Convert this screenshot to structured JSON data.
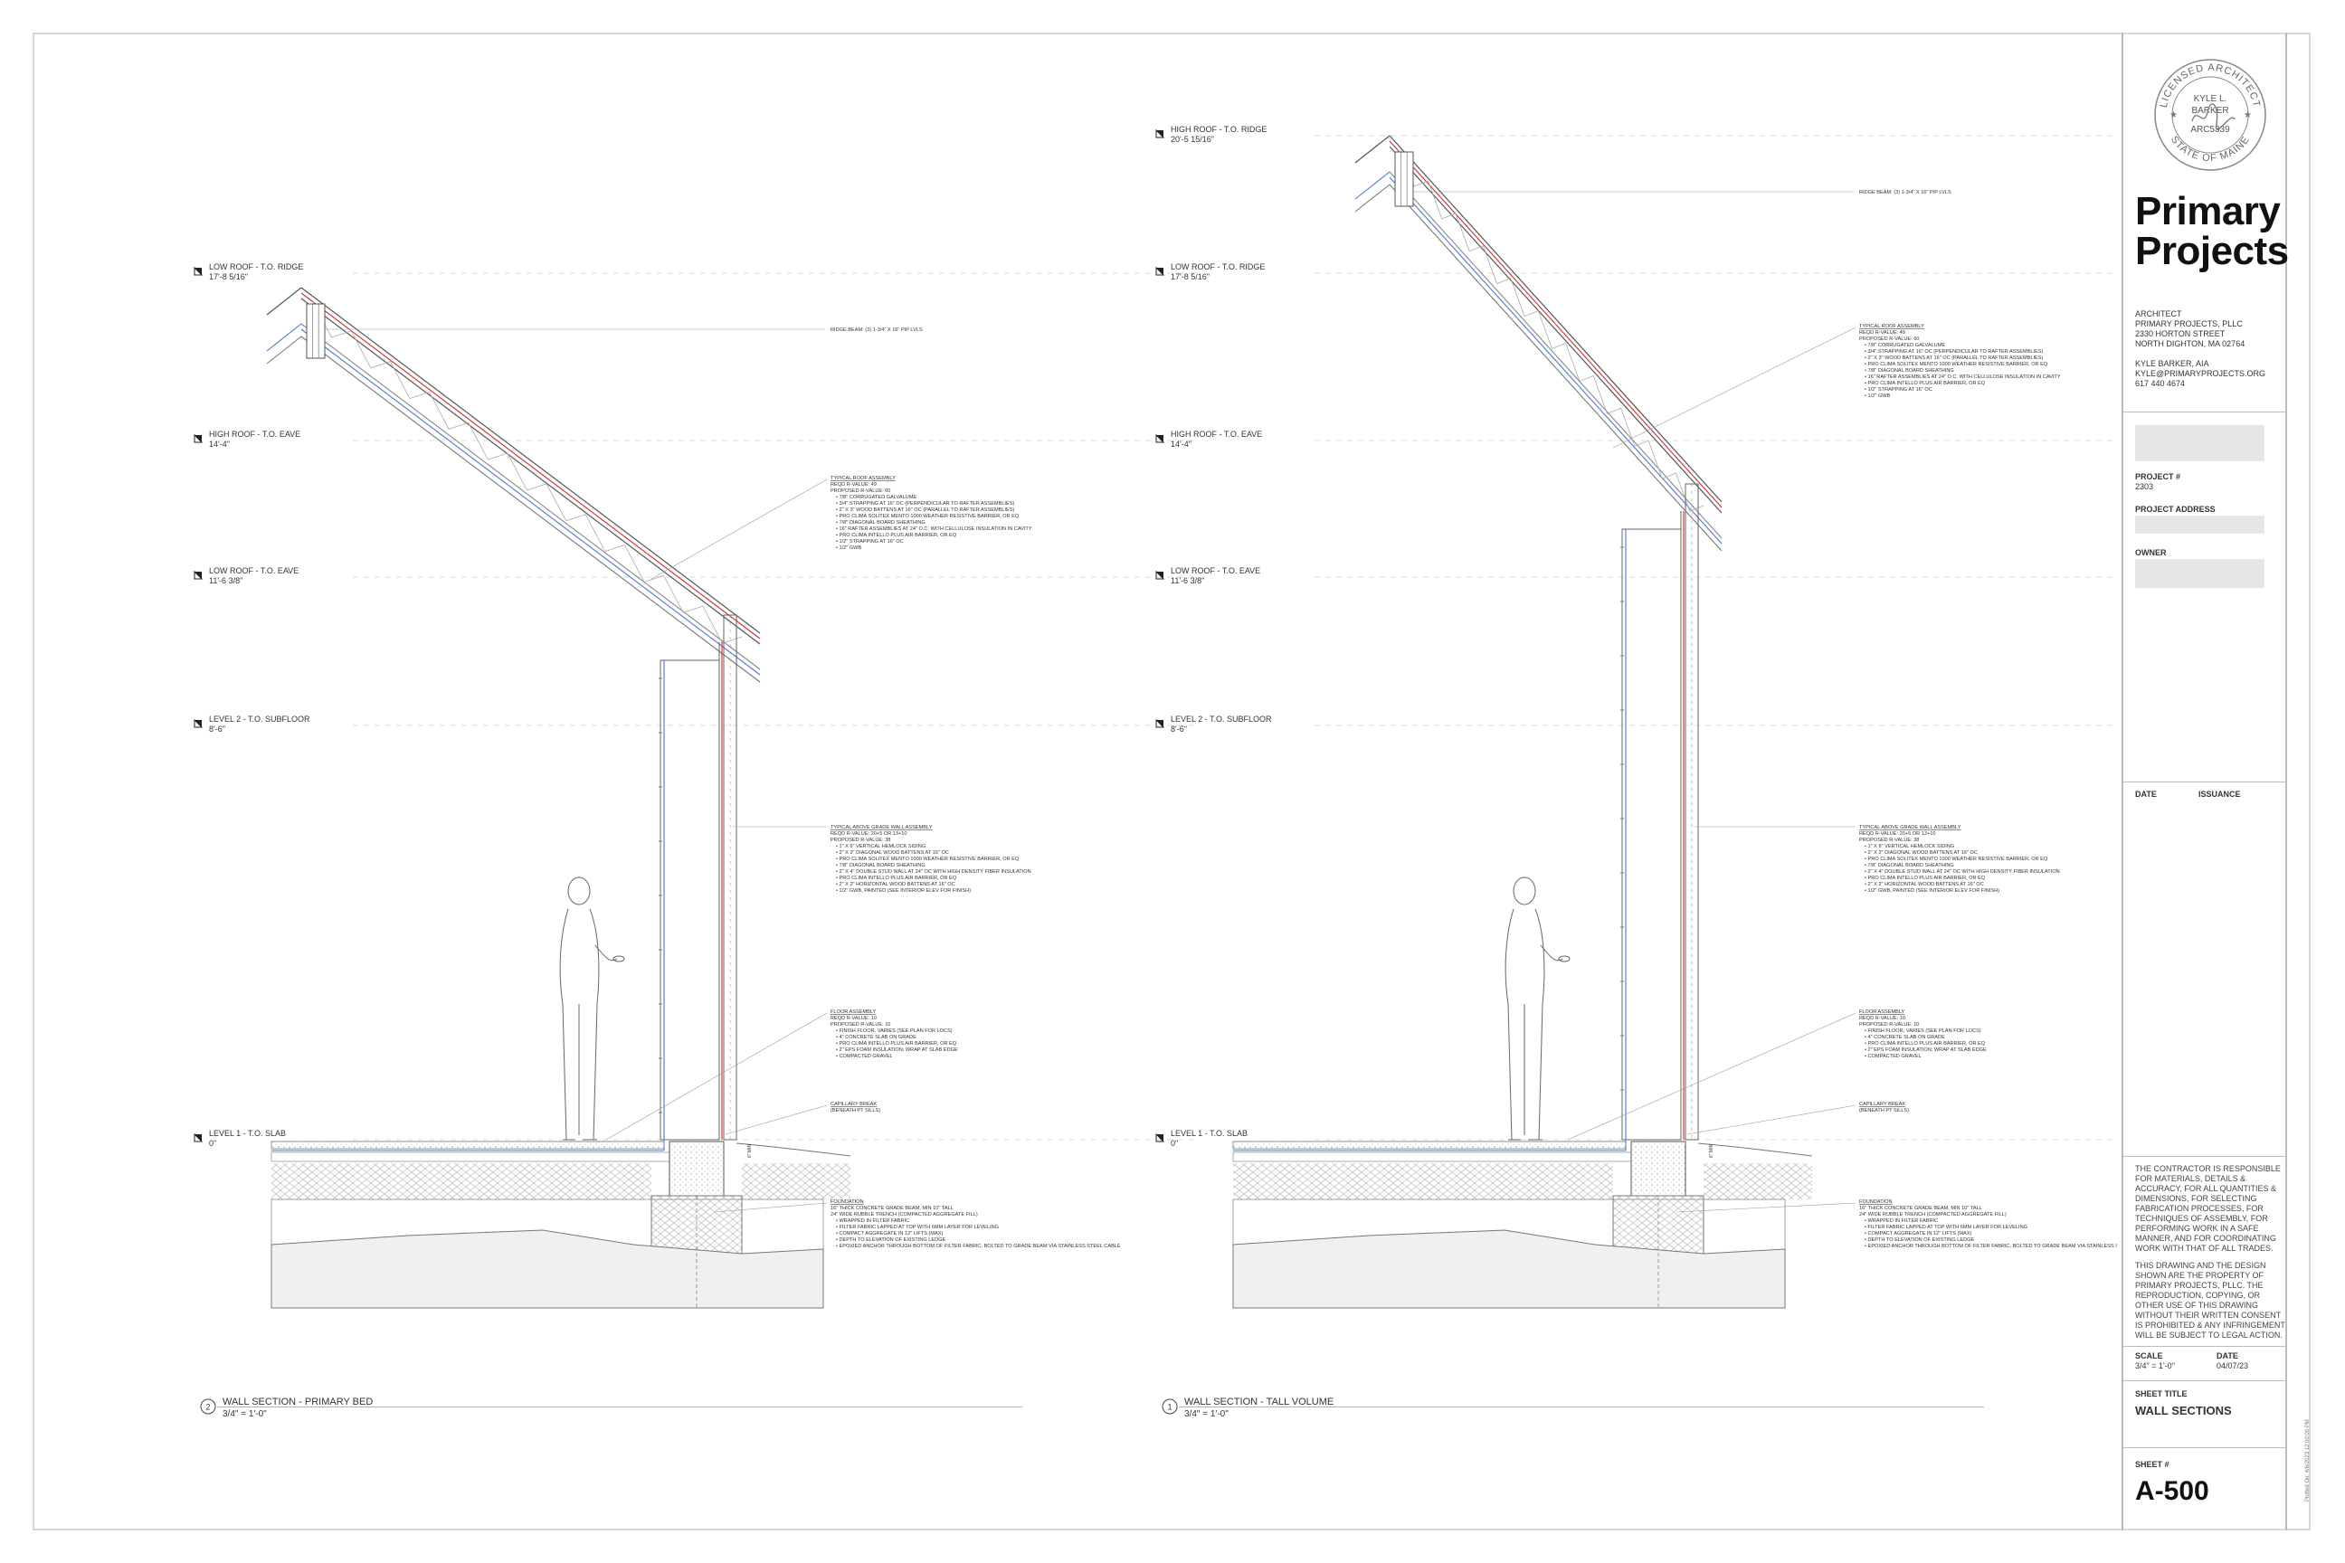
{
  "sections": [
    {
      "number": "2",
      "title": "WALL SECTION - PRIMARY BED",
      "scale": "3/4\" = 1'-0\"",
      "levels": [
        {
          "name": "LOW ROOF - T.O. RIDGE",
          "elev": "17'-8 5/16\""
        },
        {
          "name": "HIGH ROOF - T.O. EAVE",
          "elev": "14'-4\""
        },
        {
          "name": "LOW ROOF - T.O. EAVE",
          "elev": "11'-6 3/8\""
        },
        {
          "name": "LEVEL 2 - T.O. SUBFLOOR",
          "elev": "8'-6\""
        },
        {
          "name": "LEVEL 1 - T.O. SLAB",
          "elev": "0\""
        }
      ],
      "ridge_note": "RIDGE BEAM: (3) 1-3/4\" X 16\" PIP LVLS",
      "roof_note": [
        "TYPICAL ROOF ASSEMBLY",
        "REQD R-VALUE: 49",
        "PROPOSED R-VALUE: 60",
        "7/8\" CORRUGATED GALVALUME",
        "3/4\" STRAPPING AT 16\" OC (PERPENDICULAR TO RAFTER ASSEMBLIES)",
        "2\" X 3\" WOOD BATTENS AT 16\" OC (PARALLEL TO RAFTER ASSEMBLIES)",
        "PRO CLIMA SOLITEX MENTO 1000 WEATHER RESISTIVE BARRIER, OR EQ",
        "7/8\" DIAGONAL BOARD SHEATHING",
        "16\" RAFTER ASSEMBLIES AT 24\" O.C. WITH CELLULOSE INSULATION IN CAVITY",
        "PRO CLIMA INTELLO PLUS AIR BARRIER, OR EQ",
        "1/2\" STRAPPING AT 16\" OC",
        "1/2\" GWB"
      ],
      "wall_note": [
        "TYPICAL ABOVE GRADE WALL ASSEMBLY",
        "REQD R-VALUE: 20+5 OR 13+10",
        "PROPOSED R-VALUE: 38",
        "1\" X 6\" VERTICAL HEMLOCK SIDING",
        "2\" X 2\" DIAGONAL WOOD BATTENS AT 16\" OC",
        "PRO CLIMA SOLITEX MENTO 1000 WEATHER RESISTIVE BARRIER, OR EQ",
        "7/8\" DIAGONAL BOARD SHEATHING",
        "2\" X 4\" DOUBLE STUD WALL AT 24\" OC WITH HIGH DENSITY FIBER INSULATION",
        "PRO CLIMA INTELLO PLUS AIR BARRIER, OR EQ",
        "2\" X 2\" HORIZONTAL WOOD BATTENS AT 16\" OC",
        "1/2\" GWB, PAINTED (SEE INTERIOR ELEV FOR FINISH)"
      ],
      "floor_note": [
        "FLOOR ASSEMBLY",
        "REQD R-VALUE: 10",
        "PROPOSED R-VALUE: 10",
        "FINISH FLOOR, VARIES (SEE PLAN FOR LOCS)",
        "4\" CONCRETE SLAB ON GRADE",
        "PRO CLIMA INTELLO PLUS AIR BARRIER, OR EQ",
        "2\" EPS FOAM INSULATION; WRAP AT SLAB EDGE",
        "COMPACTED GRAVEL"
      ],
      "capillary_note": [
        "CAPILLARY BREAK",
        "(BENEATH PT SILLS)"
      ],
      "foundation_note": [
        "FOUNDATION",
        "16\" THICK CONCRETE GRADE BEAM, MIN 10\" TALL",
        "24\" WIDE RUBBLE TRENCH (COMPACTED AGGREGATE FILL)",
        "WRAPPED IN FILTER FABRIC",
        "FILTER FABRIC LAPPED AT TOP WITH 6MM LAYER FOR LEVELING",
        "COMPACT AGGREGATE IN 12\" LIFTS (MAX)",
        "DEPTH TO ELEVATION OF EXISTING LEDGE",
        "EPOXIED ANCHOR THROUGH BOTTOM OF FILTER FABRIC, BOLTED TO GRADE BEAM VIA STAINLESS STEEL CABLE"
      ],
      "dim_note": "6\" MIN"
    },
    {
      "number": "1",
      "title": "WALL SECTION - TALL VOLUME",
      "scale": "3/4\" = 1'-0\"",
      "levels": [
        {
          "name": "HIGH ROOF - T.O. RIDGE",
          "elev": "20'-5 15/16\""
        },
        {
          "name": "LOW ROOF - T.O. RIDGE",
          "elev": "17'-8 5/16\""
        },
        {
          "name": "HIGH ROOF - T.O. EAVE",
          "elev": "14'-4\""
        },
        {
          "name": "LOW ROOF - T.O. EAVE",
          "elev": "11'-6 3/8\""
        },
        {
          "name": "LEVEL 2 - T.O. SUBFLOOR",
          "elev": "8'-6\""
        },
        {
          "name": "LEVEL 1 - T.O. SLAB",
          "elev": "0\""
        }
      ],
      "ridge_note": "RIDGE BEAM: (3) 1-3/4\" X 16\" PIP LVLS",
      "roof_note": [
        "TYPICAL ROOF ASSEMBLY",
        "REQD R-VALUE: 49",
        "PROPOSED R-VALUE: 60",
        "7/8\" CORRUGATED GALVALUME",
        "3/4\" STRAPPING AT 16\" OC (PERPENDICULAR TO RAFTER ASSEMBLIES)",
        "2\" X 3\" WOOD BATTENS AT 16\" OC (PARALLEL TO RAFTER ASSEMBLIES)",
        "PRO CLIMA SOLITEX MENTO 1000 WEATHER RESISTIVE BARRIER, OR EQ",
        "7/8\" DIAGONAL BOARD SHEATHING",
        "16\" RAFTER ASSEMBLIES AT 24\" O.C. WITH CELLULOSE INSULATION IN CAVITY",
        "PRO CLIMA INTELLO PLUS AIR BARRIER, OR EQ",
        "1/2\" STRAPPING AT 16\" OC",
        "1/2\" GWB"
      ],
      "wall_note": [
        "TYPICAL ABOVE GRADE WALL ASSEMBLY",
        "REQD R-VALUE: 20+5 OR 13+10",
        "PROPOSED R-VALUE: 38",
        "1\" X 6\" VERTICAL HEMLOCK SIDING",
        "2\" X 2\" DIAGONAL WOOD BATTENS AT 16\" OC",
        "PRO CLIMA SOLITEX MENTO 1000 WEATHER RESISTIVE BARRIER, OR EQ",
        "7/8\" DIAGONAL BOARD SHEATHING",
        "2\" X 4\" DOUBLE STUD WALL AT 24\" OC WITH HIGH DENSITY FIBER INSULATION",
        "PRO CLIMA INTELLO PLUS AIR BARRIER, OR EQ",
        "2\" X 2\" HORIZONTAL WOOD BATTENS AT 16\" OC",
        "1/2\" GWB, PAINTED (SEE INTERIOR ELEV FOR FINISH)"
      ],
      "floor_note": [
        "FLOOR ASSEMBLY",
        "REQD R-VALUE: 10",
        "PROPOSED R-VALUE: 10",
        "FINISH FLOOR, VARIES (SEE PLAN FOR LOCS)",
        "4\" CONCRETE SLAB ON GRADE",
        "PRO CLIMA INTELLO PLUS AIR BARRIER, OR EQ",
        "2\" EPS FOAM INSULATION; WRAP AT SLAB EDGE",
        "COMPACTED GRAVEL"
      ],
      "capillary_note": [
        "CAPILLARY BREAK",
        "(BENEATH PT SILLS)"
      ],
      "foundation_note": [
        "FOUNDATION",
        "16\" THICK CONCRETE GRADE BEAM, MIN 10\" TALL",
        "24\" WIDE RUBBLE TRENCH (COMPACTED AGGREGATE FILL)",
        "WRAPPED IN FILTER FABRIC",
        "FILTER FABRIC LAPPED AT TOP WITH 6MM LAYER FOR LEVELING",
        "COMPACT AGGREGATE IN 12\" LIFTS (MAX)",
        "DEPTH TO ELEVATION OF EXISTING LEDGE",
        "EPOXIED ANCHOR THROUGH BOTTOM OF FILTER FABRIC, BOLTED TO GRADE BEAM VIA STAINLESS STEEL CABLE"
      ],
      "dim_note": "6\" MIN"
    }
  ],
  "stamp": {
    "top": "LICENSED ARCHITECT",
    "name1": "KYLE L.",
    "name2": "BARKER",
    "number": "ARC5339",
    "bottom": "STATE OF MAINE"
  },
  "firm": {
    "line1": "Primary",
    "line2": "Projects"
  },
  "address": [
    "ARCHITECT",
    "PRIMARY PROJECTS, PLLC",
    "2330 HORTON STREET",
    "NORTH DIGHTON, MA 02764",
    "",
    "KYLE BARKER, AIA",
    "KYLE@PRIMARYPROJECTS.ORG",
    "617 440 4674"
  ],
  "project": {
    "label": "PROJECT #",
    "value": "2303",
    "address_label": "PROJECT ADDRESS",
    "owner_label": "OWNER"
  },
  "issuance": {
    "date_label": "DATE",
    "issuance_label": "ISSUANCE"
  },
  "disclaimer": [
    "THE CONTRACTOR IS RESPONSIBLE FOR MATERIALS, DETAILS & ACCURACY, FOR ALL QUANTITIES & DIMENSIONS, FOR SELECTING FABRICATION PROCESSES, FOR TECHNIQUES OF ASSEMBLY, FOR PERFORMING WORK IN A SAFE MANNER, AND FOR COORDINATING WORK WITH THAT OF ALL TRADES.",
    "THIS DRAWING AND THE DESIGN SHOWN ARE THE PROPERTY OF PRIMARY PROJECTS, PLLC. THE REPRODUCTION, COPYING, OR OTHER USE OF THIS DRAWING WITHOUT THEIR WRITTEN CONSENT IS PROHIBITED & ANY INFRINGEMENT WILL BE SUBJECT TO LEGAL ACTION."
  ],
  "scale": {
    "label": "SCALE",
    "value": "3/4\" = 1'-0\""
  },
  "date": {
    "label": "DATE",
    "value": "04/07/23"
  },
  "sheet_title": {
    "label": "SHEET TITLE",
    "value": "WALL SECTIONS"
  },
  "sheet_number": {
    "label": "SHEET #",
    "value": "A-500"
  },
  "plotted": "Plotted On: 4/6/2023 12:00:00 PM",
  "colors": {
    "air_barrier": "#d42a2a",
    "wrb": "#4a78d4",
    "line": "#555555",
    "hatch": "#bfbfbf"
  }
}
